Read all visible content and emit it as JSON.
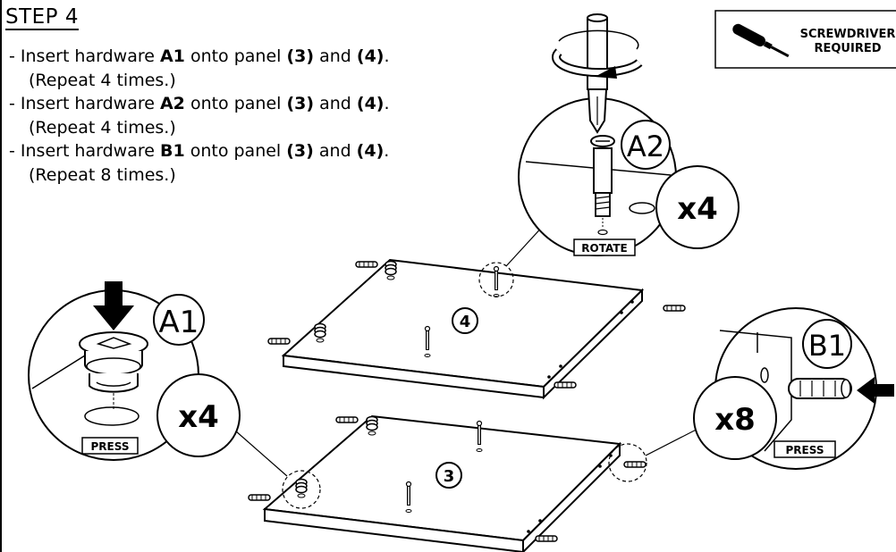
{
  "step": {
    "title": "STEP 4"
  },
  "instructions": [
    {
      "pre": "- Insert hardware ",
      "code": "A1",
      "mid": " onto panel ",
      "p1": "(3)",
      "and": " and ",
      "p2": "(4)",
      "end": ".",
      "repeat": "(Repeat 4 times.)"
    },
    {
      "pre": "- Insert hardware ",
      "code": "A2",
      "mid": " onto panel ",
      "p1": "(3)",
      "and": " and ",
      "p2": "(4)",
      "end": ".",
      "repeat": "(Repeat 4 times.)"
    },
    {
      "pre": "- Insert hardware ",
      "code": "B1",
      "mid": " onto panel ",
      "p1": "(3)",
      "and": " and ",
      "p2": "(4)",
      "end": ".",
      "repeat": "(Repeat 8 times.)"
    }
  ],
  "tool_box": {
    "line1": "SCREWDRIVER",
    "line2": "REQUIRED",
    "icon": "screwdriver-icon"
  },
  "callouts": {
    "a2": {
      "label": "A2",
      "count": "x4",
      "action": "ROTATE"
    },
    "a1": {
      "label": "A1",
      "count": "x4",
      "action": "PRESS"
    },
    "b1": {
      "label": "B1",
      "count": "x8",
      "action": "PRESS"
    }
  },
  "panels": {
    "upper": "4",
    "lower": "3"
  }
}
